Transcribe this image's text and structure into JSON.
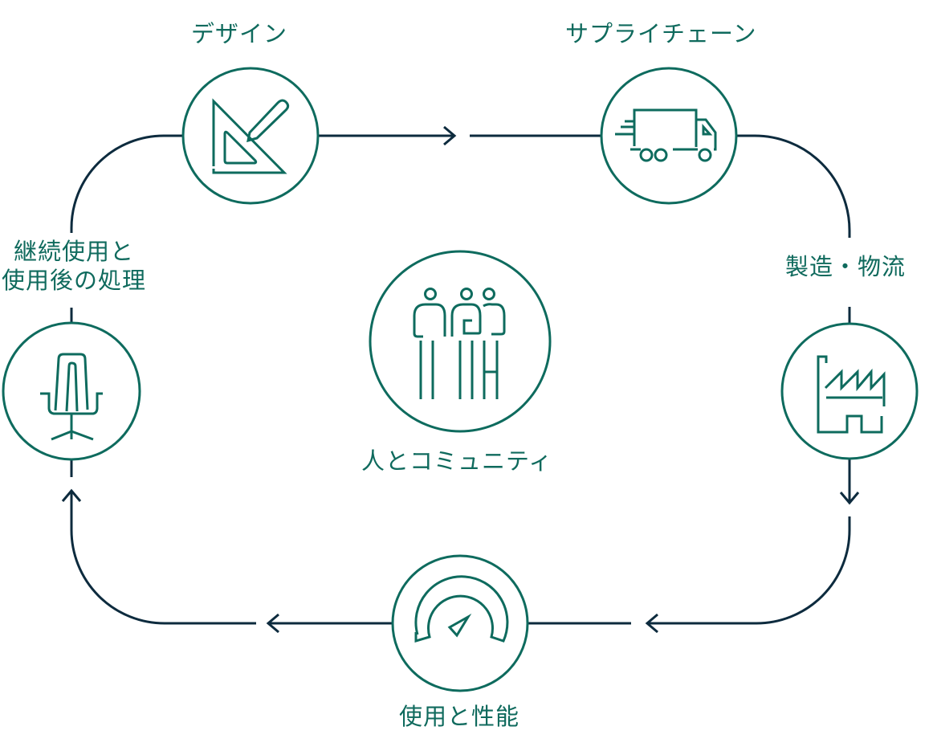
{
  "title": "Product lifecycle cycle diagram",
  "colors": {
    "accent_green": "#0e6b5e",
    "connector_navy": "#0d2b3e",
    "background": "#ffffff"
  },
  "stages": [
    {
      "id": "design",
      "label": "デザイン",
      "icon": "set-square-pencil-icon"
    },
    {
      "id": "supply-chain",
      "label": "サプライチェーン",
      "icon": "delivery-truck-icon"
    },
    {
      "id": "manufacturing",
      "label": "製造・物流",
      "icon": "factory-icon"
    },
    {
      "id": "use",
      "label": "使用と性能",
      "icon": "gauge-icon"
    },
    {
      "id": "end-of-life",
      "label_lines": [
        "継続使用と",
        "使用後の処理"
      ],
      "icon": "office-chair-icon"
    }
  ],
  "center": {
    "label": "人とコミュニティ",
    "icon": "people-group-icon"
  },
  "flow_direction": "clockwise"
}
